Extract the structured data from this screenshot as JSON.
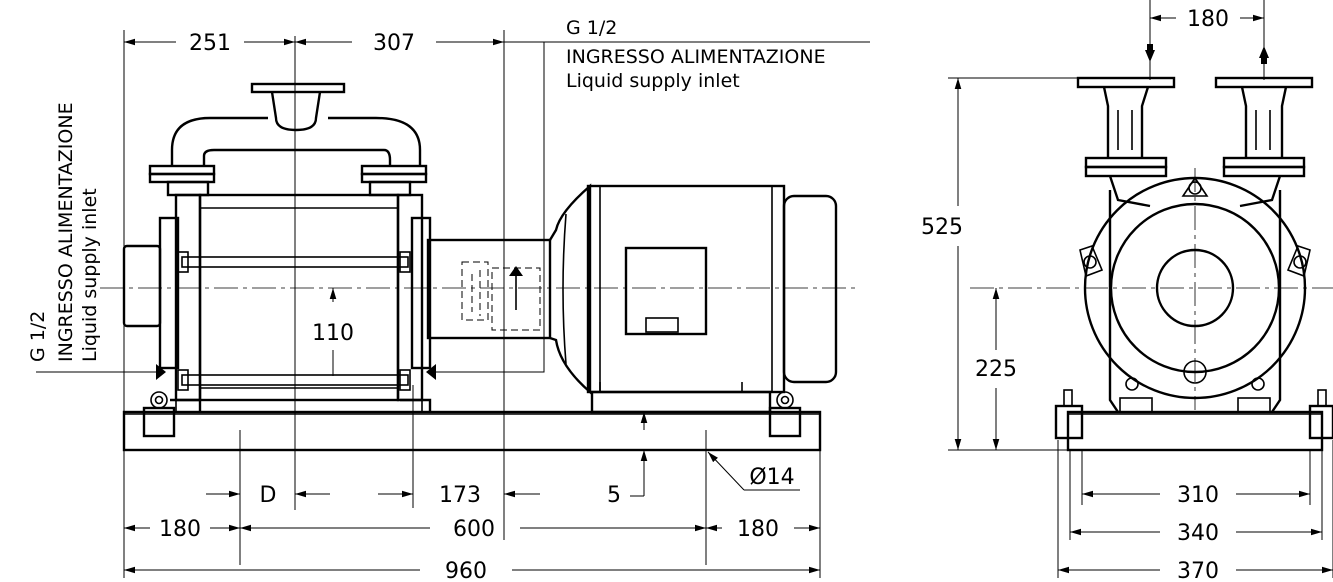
{
  "side_view": {
    "top_dims": [
      "251",
      "307"
    ],
    "right_connection": {
      "thread": "G 1/2",
      "label_it": "INGRESSO ALIMENTAZIONE",
      "label_en": "Liquid supply inlet"
    },
    "left_connection": {
      "thread": "G 1/2",
      "label_it": "INGRESSO ALIMENTAZIONE",
      "label_en": "Liquid supply inlet"
    },
    "height_dim": "110",
    "bottom_dims": {
      "d": "D",
      "d173": "173",
      "d5": "5",
      "hole": "Ø14",
      "left_180": "180",
      "span_600": "600",
      "right_180": "180",
      "total_960": "960"
    }
  },
  "end_view": {
    "top_dim": "180",
    "height_525": "525",
    "height_225": "225",
    "width_310": "310",
    "width_340": "340",
    "width_370": "370"
  }
}
